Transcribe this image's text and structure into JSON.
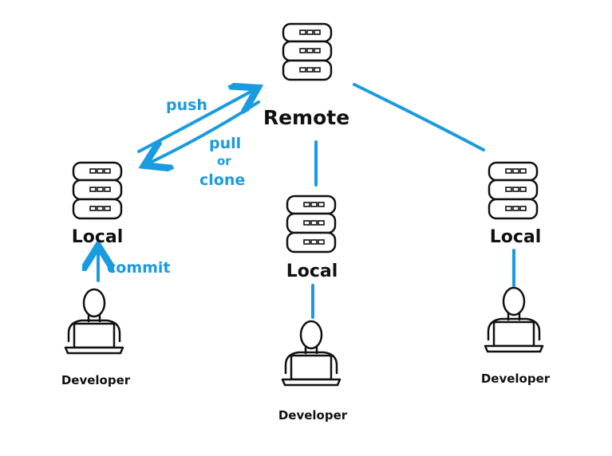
{
  "colors": {
    "accent": "#1a9be0",
    "ink": "#111111",
    "background": "#ffffff"
  },
  "nodes": {
    "remote": {
      "label": "Remote",
      "icon": "database-server-icon"
    },
    "local_left": {
      "label": "Local",
      "icon": "database-server-icon"
    },
    "local_center": {
      "label": "Local",
      "icon": "database-server-icon"
    },
    "local_right": {
      "label": "Local",
      "icon": "database-server-icon"
    }
  },
  "developers": {
    "left": {
      "label": "Developer",
      "icon": "developer-laptop-icon"
    },
    "center": {
      "label": "Developer",
      "icon": "developer-laptop-icon"
    },
    "right": {
      "label": "Developer",
      "icon": "developer-laptop-icon"
    }
  },
  "edges": {
    "push": {
      "label": "push"
    },
    "pull": {
      "label_line1": "pull",
      "label_line2": "or",
      "label_line3": "clone"
    },
    "commit": {
      "label": "commit"
    }
  }
}
